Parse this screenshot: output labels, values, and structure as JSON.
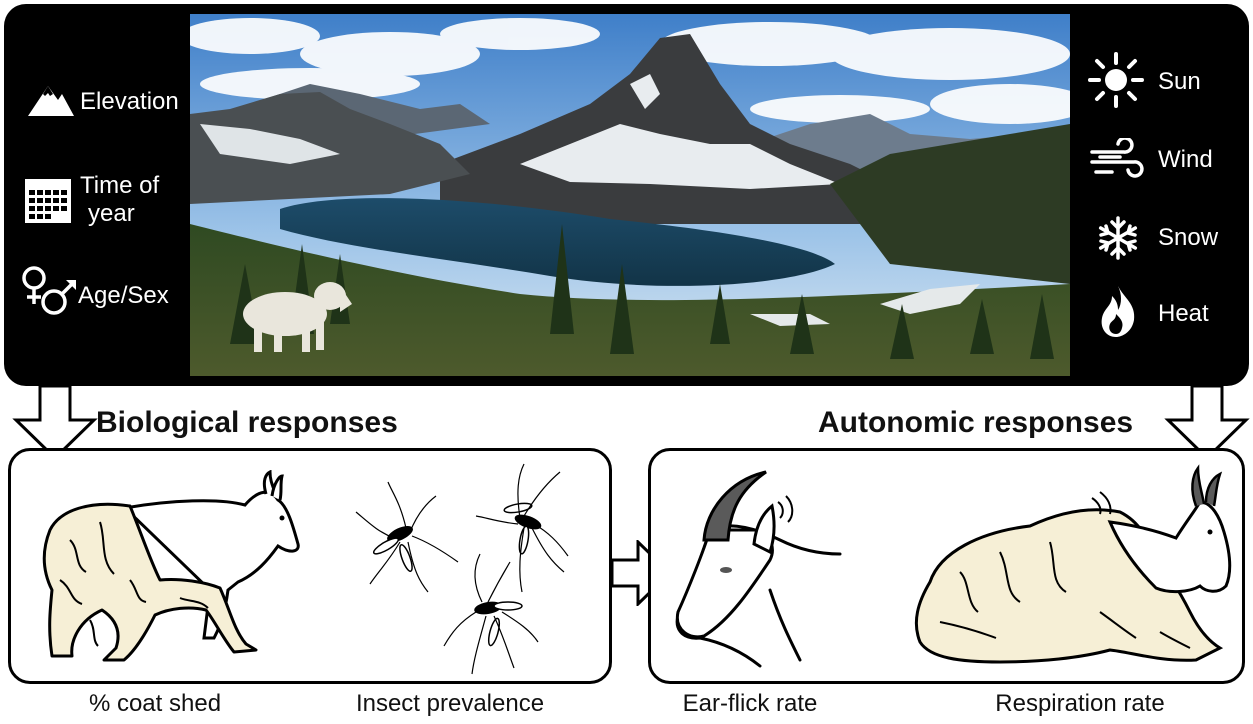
{
  "environment": {
    "left_factors": [
      {
        "id": "elevation",
        "label": "Elevation",
        "icon": "mountain-icon"
      },
      {
        "id": "time",
        "label_line1": "Time of",
        "label_line2": "year",
        "icon": "calendar-icon"
      },
      {
        "id": "agesex",
        "label": "Age/Sex",
        "icon": "gender-symbols-icon"
      }
    ],
    "right_factors": [
      {
        "id": "sun",
        "label": "Sun",
        "icon": "sun-icon"
      },
      {
        "id": "wind",
        "label": "Wind",
        "icon": "wind-icon"
      },
      {
        "id": "snow",
        "label": "Snow",
        "icon": "snowflake-icon"
      },
      {
        "id": "heat",
        "label": "Heat",
        "icon": "flame-icon"
      }
    ]
  },
  "sections": {
    "biological": {
      "title": "Biological responses"
    },
    "autonomic": {
      "title": "Autonomic responses"
    }
  },
  "captions": {
    "coat": "% coat shed",
    "insect": "Insect prevalence",
    "ear": "Ear-flick rate",
    "respiration": "Respiration rate"
  },
  "colors": {
    "panel": "#000000",
    "coat": "#f6efd6",
    "horn": "#5a5a5a"
  }
}
